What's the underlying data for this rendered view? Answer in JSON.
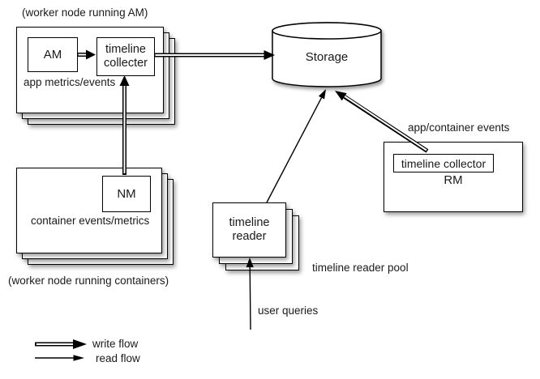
{
  "labels": {
    "worker_am_caption": "(worker node running AM)",
    "am": "AM",
    "am_collector": "timeline\ncollecter",
    "app_metrics_note": "app metrics/events",
    "nm": "NM",
    "container_events_note": "container events/metrics",
    "worker_nm_caption": "(worker node running containers)",
    "storage": "Storage",
    "rm_collector": "timeline collector",
    "rm": "RM",
    "app_container_note": "app/container events",
    "timeline_reader": "timeline\nreader",
    "reader_pool_note": "timeline reader pool",
    "user_queries_note": "user queries",
    "legend_write": "write flow",
    "legend_read": "read flow"
  },
  "colors": {
    "line": "#000000",
    "box_fill": "#ffffff",
    "background": "#ffffff"
  },
  "arrows": [
    {
      "name": "am-to-collector",
      "type": "write",
      "from": "AM",
      "to": "timeline collecter"
    },
    {
      "name": "collector-to-storage",
      "type": "write",
      "from": "timeline collecter",
      "to": "Storage"
    },
    {
      "name": "nm-to-collector",
      "type": "write",
      "from": "NM",
      "to": "timeline collecter"
    },
    {
      "name": "rm-collector-to-storage",
      "type": "write",
      "from": "RM timeline collector",
      "to": "Storage"
    },
    {
      "name": "reader-to-storage",
      "type": "read",
      "from": "timeline reader",
      "to": "Storage"
    },
    {
      "name": "user-queries-to-reader",
      "type": "read",
      "from": "user queries",
      "to": "timeline reader"
    }
  ]
}
